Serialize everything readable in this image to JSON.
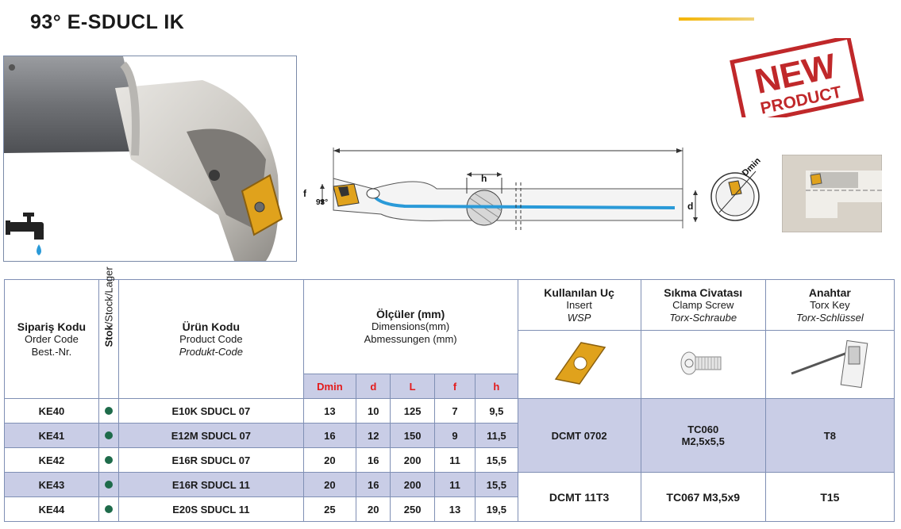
{
  "title": "93° E-SDUCL IK",
  "stamp": {
    "line1": "NEW",
    "line2": "PRODUCT",
    "color": "#c0282a"
  },
  "drawing_labels": {
    "h": "h",
    "f": "f",
    "angle": "93°",
    "d": "d",
    "dmin": "Dmin"
  },
  "table": {
    "order_code": {
      "tr": "Sipariş Kodu",
      "en": "Order Code",
      "de": "Best.-Nr."
    },
    "stock": {
      "tr": "Stok",
      "rest": "/Stock/Lager"
    },
    "product_code": {
      "tr": "Ürün Kodu",
      "en": "Product Code",
      "de": "Produkt-Code"
    },
    "dimensions": {
      "tr": "Ölçüler (mm)",
      "en": "Dimensions(mm)",
      "de": "Abmessungen (mm)"
    },
    "insert": {
      "tr": "Kullanılan Uç",
      "en": "Insert",
      "de": "WSP"
    },
    "clamp": {
      "tr": "Sıkma Civatası",
      "en": "Clamp Screw",
      "de": "Torx-Schraube"
    },
    "key": {
      "tr": "Anahtar",
      "en": "Torx Key",
      "de": "Torx-Schlüssel"
    },
    "dim_headers": [
      "Dmin",
      "d",
      "L",
      "f",
      "h"
    ],
    "rows": [
      {
        "order": "KE40",
        "product": "E10K SDUCL 07",
        "dims": [
          "13",
          "10",
          "125",
          "7",
          "9,5"
        ]
      },
      {
        "order": "KE41",
        "product": "E12M SDUCL 07",
        "dims": [
          "16",
          "12",
          "150",
          "9",
          "11,5"
        ]
      },
      {
        "order": "KE42",
        "product": "E16R SDUCL 07",
        "dims": [
          "20",
          "16",
          "200",
          "11",
          "15,5"
        ]
      },
      {
        "order": "KE43",
        "product": "E16R SDUCL 11",
        "dims": [
          "20",
          "16",
          "200",
          "11",
          "15,5"
        ]
      },
      {
        "order": "KE44",
        "product": "E20S SDUCL 11",
        "dims": [
          "25",
          "20",
          "250",
          "13",
          "19,5"
        ]
      }
    ],
    "group1": {
      "insert": "DCMT 0702",
      "clamp_line1": "TC060",
      "clamp_line2": "M2,5x5,5",
      "key": "T8"
    },
    "group2": {
      "insert": "DCMT 11T3",
      "clamp": "TC067 M3,5x9",
      "key": "T15"
    },
    "stock_color": "#1e6b4a",
    "shade_color": "#c9cde6",
    "dim_color": "#e31b1b"
  }
}
